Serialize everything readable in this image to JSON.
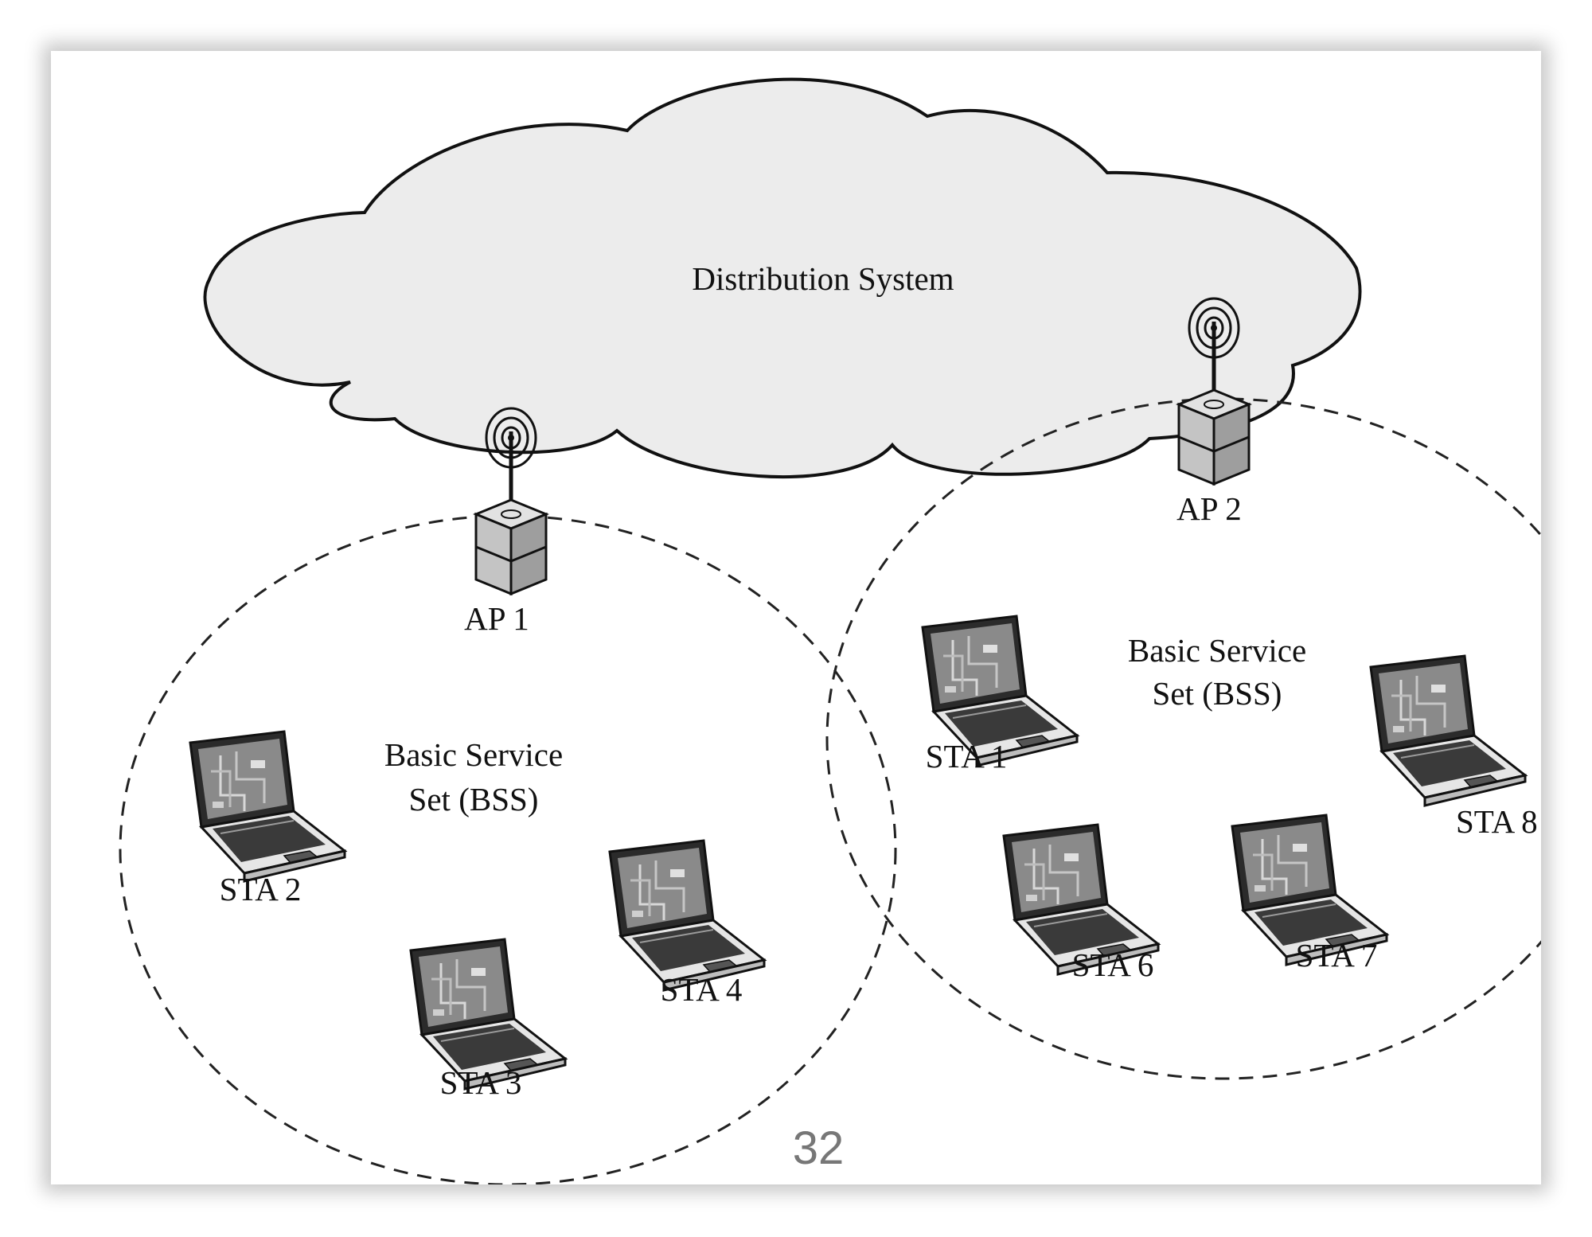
{
  "diagram": {
    "cloud_label": "Distribution System",
    "access_points": [
      {
        "label": "AP 1"
      },
      {
        "label": "AP 2"
      }
    ],
    "bss": [
      {
        "line1": "Basic Service",
        "line2": "Set (BSS)"
      },
      {
        "line1": "Basic Service",
        "line2": "Set (BSS)"
      }
    ],
    "stations": [
      "STA 1",
      "STA 2",
      "STA 3",
      "STA 4",
      "STA 6",
      "STA 7",
      "STA 8"
    ]
  },
  "page": {
    "number": "32"
  },
  "colors": {
    "cloud_fill": "#ececec",
    "outline": "#111111",
    "page_number": "#777777"
  }
}
